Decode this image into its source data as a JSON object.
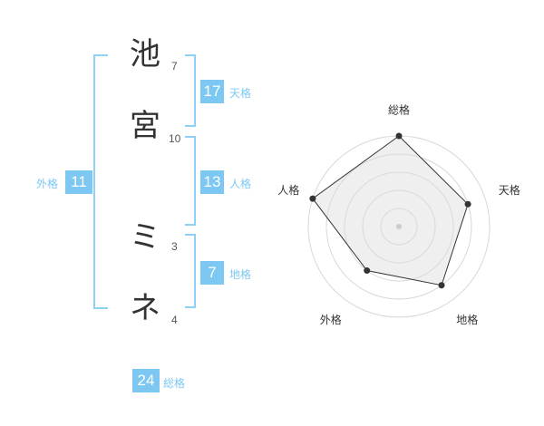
{
  "name": {
    "characters": [
      {
        "char": "池",
        "strokes": "7"
      },
      {
        "char": "宮",
        "strokes": "10"
      },
      {
        "char": "ミ",
        "strokes": "3"
      },
      {
        "char": "ネ",
        "strokes": "4"
      }
    ]
  },
  "kakusu": {
    "tenkaku": {
      "value": "17",
      "label": "天格"
    },
    "jinkaku": {
      "value": "13",
      "label": "人格"
    },
    "chikaku": {
      "value": "7",
      "label": "地格"
    },
    "gaikaku": {
      "value": "11",
      "label": "外格"
    },
    "soukaku": {
      "value": "24",
      "label": "総格"
    }
  },
  "colors": {
    "accent": "#7cc8f3",
    "bracket": "#8fd0f5",
    "radar_fill": "#f0f0f0",
    "radar_line": "#333333"
  },
  "chart_data": {
    "type": "radar",
    "axes": [
      "総格",
      "天格",
      "地格",
      "外格",
      "人格"
    ],
    "values": [
      5,
      4,
      4,
      3,
      5
    ],
    "max": 5,
    "rings": 5
  }
}
